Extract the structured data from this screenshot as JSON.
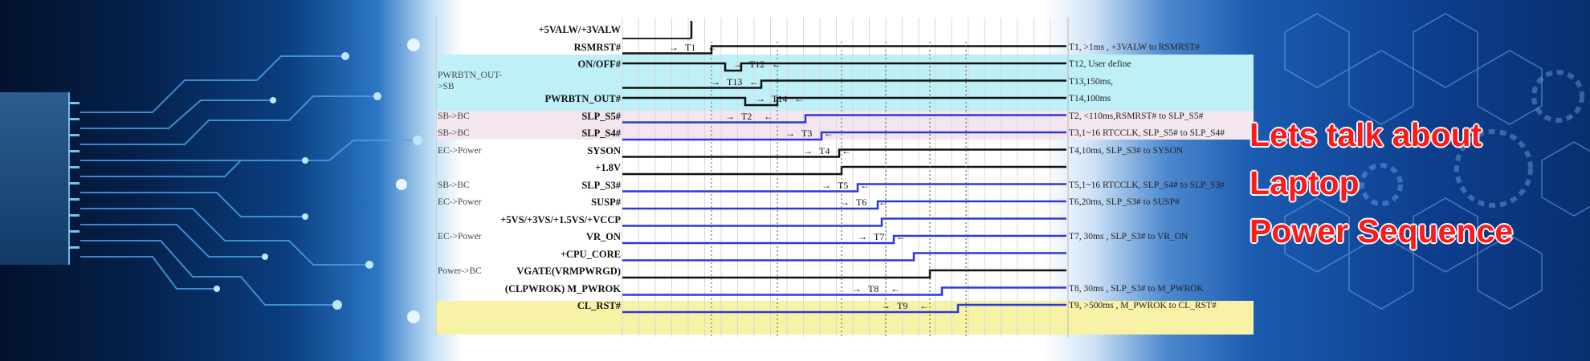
{
  "banner": {
    "headline": [
      "Lets talk about",
      "Laptop",
      "Power Sequence"
    ],
    "headline_color": "#ff1a1a"
  },
  "timing": {
    "rows": [
      {
        "group": "",
        "signal": "+5VALW/+3VALW",
        "note": ""
      },
      {
        "group": "",
        "signal": "RSMRST#",
        "note": "T1, >1ms , +3VALW to RSMRST#"
      },
      {
        "group": "",
        "signal": "ON/OFF#",
        "note": "T12, User define"
      },
      {
        "group": "PWRBTN_OUT->SB",
        "signal": "",
        "note": "T13,150ms,"
      },
      {
        "group": "",
        "signal": "PWRBTN_OUT#",
        "note": "T14,100ms"
      },
      {
        "group": "SB->BC",
        "signal": "SLP_S5#",
        "note": "T2, <110ms,RSMRST# to SLP_S5#"
      },
      {
        "group": "SB->BC",
        "signal": "SLP_S4#",
        "note": "T3,1~16 RTCCLK, SLP_S5# to SLP_S4#"
      },
      {
        "group": "EC->Power",
        "signal": "SYSON",
        "note": "T4,10ms, SLP_S3# to SYSON"
      },
      {
        "group": "",
        "signal": "+1.8V",
        "note": ""
      },
      {
        "group": "SB->BC",
        "signal": "SLP_S3#",
        "note": "T5,1~16 RTCCLK, SLP_S4# to SLP_S3#"
      },
      {
        "group": "EC->Power",
        "signal": "SUSP#",
        "note": "T6,20ms, SLP_S3# to SUSP#"
      },
      {
        "group": "",
        "signal": "+5VS/+3VS/+1.5VS/+VCCP",
        "note": ""
      },
      {
        "group": "EC->Power",
        "signal": "VR_ON",
        "note": "T7, 30ms , SLP_S3# to VR_ON"
      },
      {
        "group": "",
        "signal": "+CPU_CORE",
        "note": ""
      },
      {
        "group": "Power->BC",
        "signal": "VGATE(VRMPWRGD)",
        "note": ""
      },
      {
        "group": "",
        "signal": "(CLPWROK)  M_PWROK",
        "note": "T8, 30ms , SLP_S3# to M_PWROK"
      },
      {
        "group": "",
        "signal": "CL_RST#",
        "note": "T9, >500ms , M_PWROK to CL_RST#"
      }
    ],
    "marks": [
      "T1",
      "T12",
      "T13",
      "T14",
      "T2",
      "T3",
      "T4",
      "T5",
      "T6",
      "T7",
      "T8",
      "T9"
    ],
    "arrow_right": "→",
    "arrow_left": "←",
    "colors": {
      "cyan_band": "#bff0f7",
      "yellow_band": "#f7f2a6",
      "blue_wave": "#2f38d6",
      "black_wave": "#111111",
      "pink_band": "#f3e6ee"
    }
  }
}
